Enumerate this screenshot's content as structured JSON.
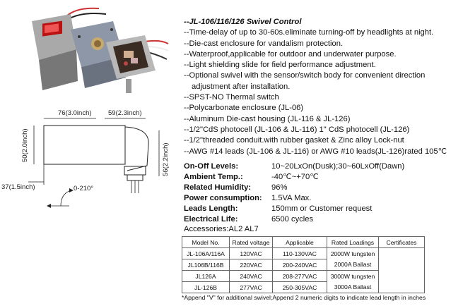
{
  "title": "--JL-106/116/126 Swivel Control",
  "features": [
    "--Time-delay of up to 30-60s.eliminate turning-off by headlights at night.",
    "--Die-cast enclosure for vandalism protection.",
    "--Waterproof,applicable for outdoor and underwater purpose.",
    "--Light shielding slide for field performance adjustment.",
    "--Optional swivel with the sensor/switch body for convenient direction",
    "adjustment after installation.",
    "--SPST-NO Thermal switch",
    "--Polycarbonate enclosure (JL-06)",
    "--Aluminum Die-cast housing (JL-116 & JL-126)",
    "--1/2\"CdS photocell (JL-106 & JL-116) 1\" CdS photocell (JL-126)",
    "--1/2\"threaded conduit.with rubber gasket & Zinc alloy Lock-nut",
    "--AWG #14 leads (JL-106 & JL-116) or AWG #10 leads(JL-126)rated 105℃"
  ],
  "properties": [
    {
      "key": "On-Off Levels:",
      "value": "10~20LxOn(Dusk);30~60LxOff(Dawn)"
    },
    {
      "key": "Ambient Temp.:",
      "value": "-40℃~+70℃"
    },
    {
      "key": "Related Humidity:",
      "value": "96%"
    },
    {
      "key": "Power consumption:",
      "value": "1.5VA Max."
    },
    {
      "key": "Leads Length:",
      "value": "150mm or Customer request"
    },
    {
      "key": "Electrical Life:",
      "value": "6500 cycles"
    }
  ],
  "accessories": "Accessories:AL2 AL7",
  "table": {
    "headers": [
      "Model No.",
      "Rated voltage",
      "Applicable",
      "Rated Loadings",
      "Certificates"
    ],
    "rows": [
      {
        "model": "JL-106A/116A",
        "voltage": "120VAC",
        "applicable": "110-130VAC"
      },
      {
        "model": "JL106B/116B",
        "voltage": "220VAC",
        "applicable": "200-240VAC"
      },
      {
        "model": "JL126A",
        "voltage": "240VAC",
        "applicable": "208-277VAC"
      },
      {
        "model": "JL-126B",
        "voltage": "277VAC",
        "applicable": "250-305VAC"
      }
    ],
    "loadings": [
      "2000W tungsten",
      "2000A Ballast",
      "3000W tungsten",
      "3000A Ballast"
    ]
  },
  "note": "*Append \"V\" for additional swivel;Append 2 numeric digits to indicate lead length in inches",
  "drawing": {
    "dim_width": "76(3.0inch)",
    "dim_depth": "59(2.3inch)",
    "dim_height_left": "50(2.0inch)",
    "dim_height_right": "56(2.2inch)",
    "dim_offset": "37(1.5inch)",
    "angle": "0-210°"
  }
}
